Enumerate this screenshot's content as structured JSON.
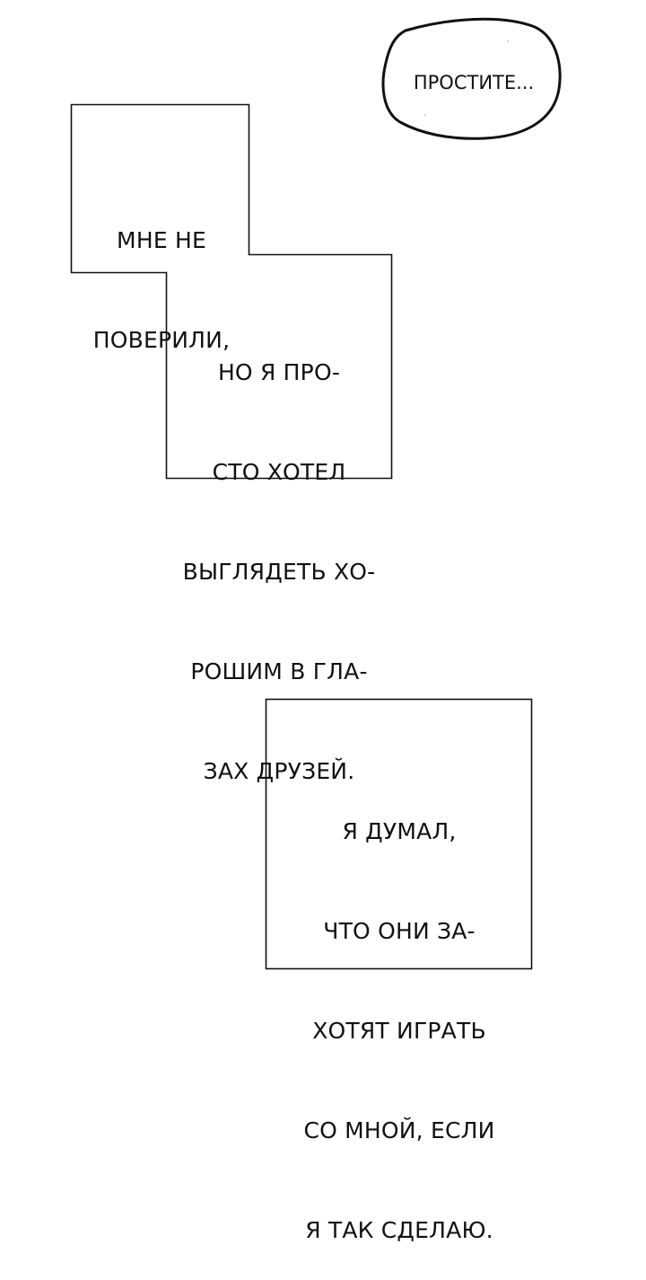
{
  "speech_bubble": {
    "text": "ПРОСТИТЕ..."
  },
  "caption_top": {
    "lines": [
      "МНЕ НЕ",
      "ПОВЕРИЛИ,"
    ]
  },
  "caption_middle": {
    "lines": [
      "НО Я ПРО-",
      "СТО ХОТЕЛ",
      "ВЫГЛЯДЕТЬ ХО-",
      "РОШИМ В ГЛА-",
      "ЗАХ ДРУЗЕЙ."
    ]
  },
  "caption_bottom": {
    "lines": [
      "Я ДУМАЛ,",
      "ЧТО ОНИ ЗА-",
      "ХОТЯТ ИГРАТЬ",
      "СО МНОЙ, ЕСЛИ",
      "Я ТАК СДЕЛАЮ."
    ]
  },
  "colors": {
    "background": "#ffffff",
    "ink": "#111111"
  }
}
